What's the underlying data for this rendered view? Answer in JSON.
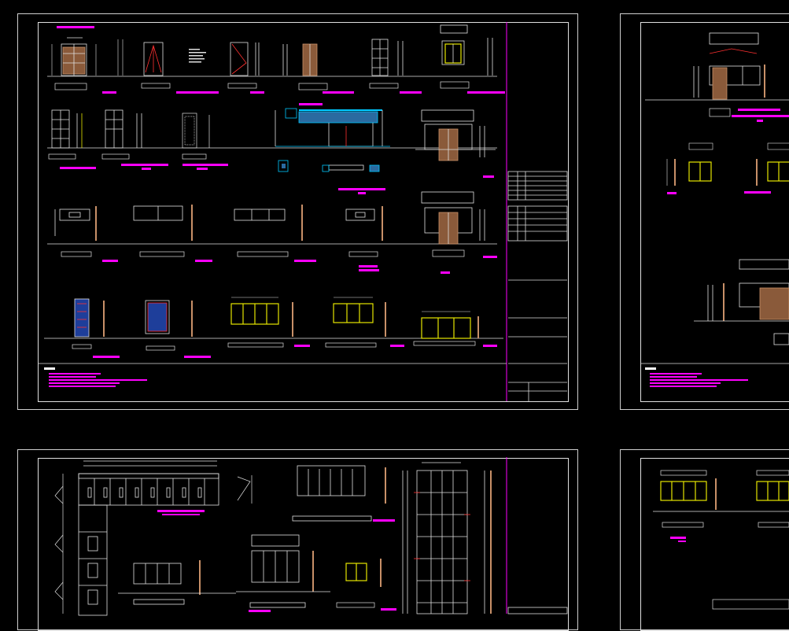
{
  "app": {
    "background": "#000000",
    "line_color": "#e6e6e6",
    "accent_magenta": "#ff00ff",
    "accent_yellow": "#e6e600",
    "accent_brown": "#b07a52",
    "accent_cyan": "#00c8ff",
    "accent_red": "#ff2020"
  },
  "sheets": [
    {
      "id": "sheet-top-left",
      "note_label": "■■ ■■ ■"
    },
    {
      "id": "sheet-top-right",
      "note_label": "■■ ■■ ■"
    },
    {
      "id": "sheet-bottom-left",
      "note_label": ""
    },
    {
      "id": "sheet-bottom-right",
      "note_label": ""
    }
  ]
}
